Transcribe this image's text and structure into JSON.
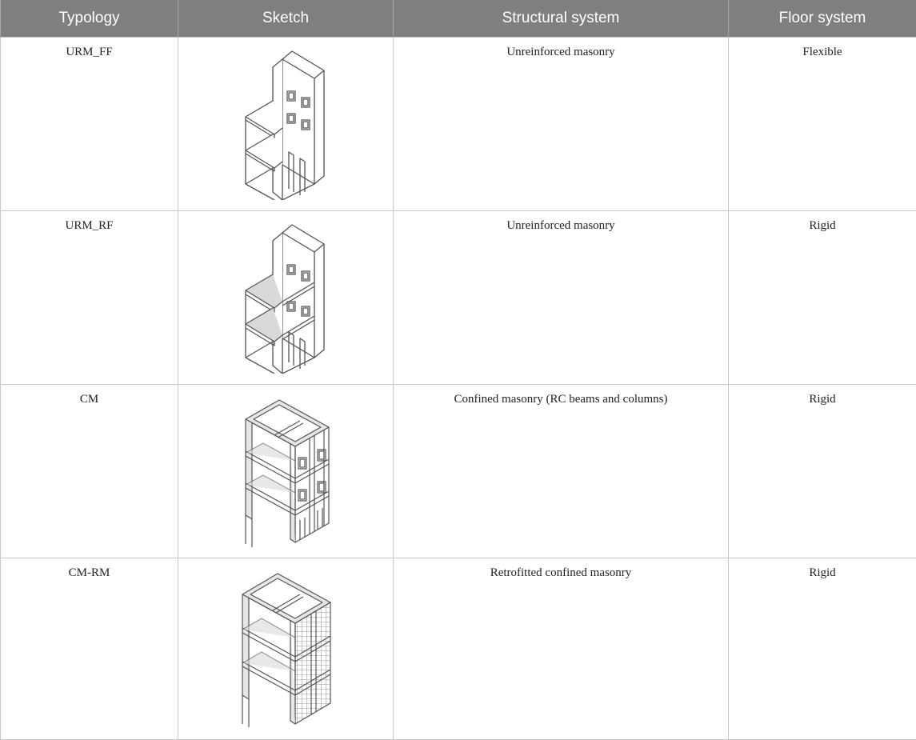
{
  "headers": {
    "typology": "Typology",
    "sketch": "Sketch",
    "structural_system": "Structural system",
    "floor_system": "Floor system"
  },
  "rows": [
    {
      "typology": "URM_FF",
      "structural_system": "Unreinforced masonry",
      "floor_system": "Flexible",
      "sketch_icon": "unreinforced-masonry-flexible-floor-sketch"
    },
    {
      "typology": "URM_RF",
      "structural_system": "Unreinforced masonry",
      "floor_system": "Rigid",
      "sketch_icon": "unreinforced-masonry-rigid-floor-sketch"
    },
    {
      "typology": "CM",
      "structural_system": "Confined masonry (RC beams and columns)",
      "floor_system": "Rigid",
      "sketch_icon": "confined-masonry-sketch"
    },
    {
      "typology": "CM-RM",
      "structural_system": "Retrofitted confined masonry",
      "floor_system": "Rigid",
      "sketch_icon": "retrofitted-confined-masonry-sketch"
    }
  ],
  "colors": {
    "header_bg": "#7f7f7f",
    "header_text": "#ffffff",
    "grid_line": "#c8c8c8",
    "slab_fill": "#d9d9d9"
  }
}
